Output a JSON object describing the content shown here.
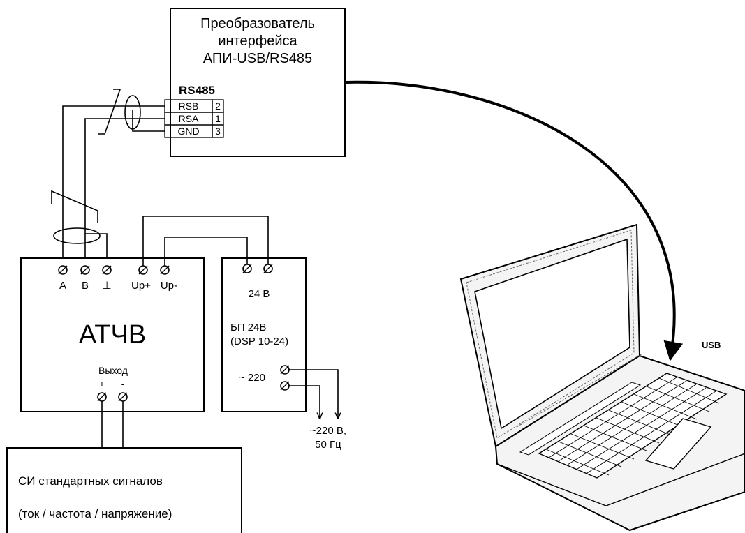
{
  "converter": {
    "title_line1": "Преобразователь",
    "title_line2": "интерфейса",
    "title_line3": "АПИ-USB/RS485",
    "port_label": "RS485",
    "pins": [
      {
        "name": "RSB",
        "num": "2"
      },
      {
        "name": "RSA",
        "num": "1"
      },
      {
        "name": "GND",
        "num": "3"
      }
    ]
  },
  "atchv": {
    "title": "АТЧВ",
    "terminals": [
      "A",
      "B",
      "⊥",
      "Up+",
      "Up-"
    ],
    "output_label": "Выход",
    "output_plus": "+",
    "output_minus": "-"
  },
  "psu": {
    "minus": "-",
    "plus": "+",
    "voltage": "24 В",
    "name_line1": "БП 24В",
    "name_line2": "(DSP 10-24)",
    "ac_label": "~ 220"
  },
  "mains": {
    "line1": "~220 В,",
    "line2": "50 Гц"
  },
  "source": {
    "line1": "СИ стандартных сигналов",
    "line2": "(ток / частота / напряжение)"
  },
  "laptop": {
    "usb_label": "USB"
  }
}
